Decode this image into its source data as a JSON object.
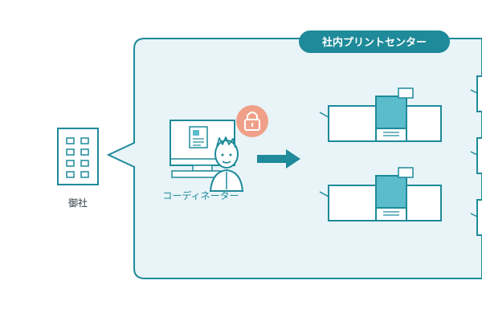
{
  "colors": {
    "teal": "#1e8a9a",
    "panel_bg": "#e8f4f7",
    "accent_fill": "#5bbccc",
    "lock_bg": "#f0a088",
    "banner_bg": "#1e8a9a",
    "text_dark": "#2a3a40"
  },
  "client": {
    "label": "御社",
    "icon": "office-building-icon"
  },
  "center": {
    "title": "社内プリントセンター"
  },
  "coordinator": {
    "label": "コーディネーター",
    "icons": [
      "desktop-computer-icon",
      "person-icon",
      "lock-icon"
    ]
  },
  "flow": {
    "arrow": "right-arrow-icon"
  },
  "printers": {
    "icon": "production-printer-icon",
    "count_visible": 2
  },
  "output_stack": {
    "icon": "output-tray-icon"
  }
}
